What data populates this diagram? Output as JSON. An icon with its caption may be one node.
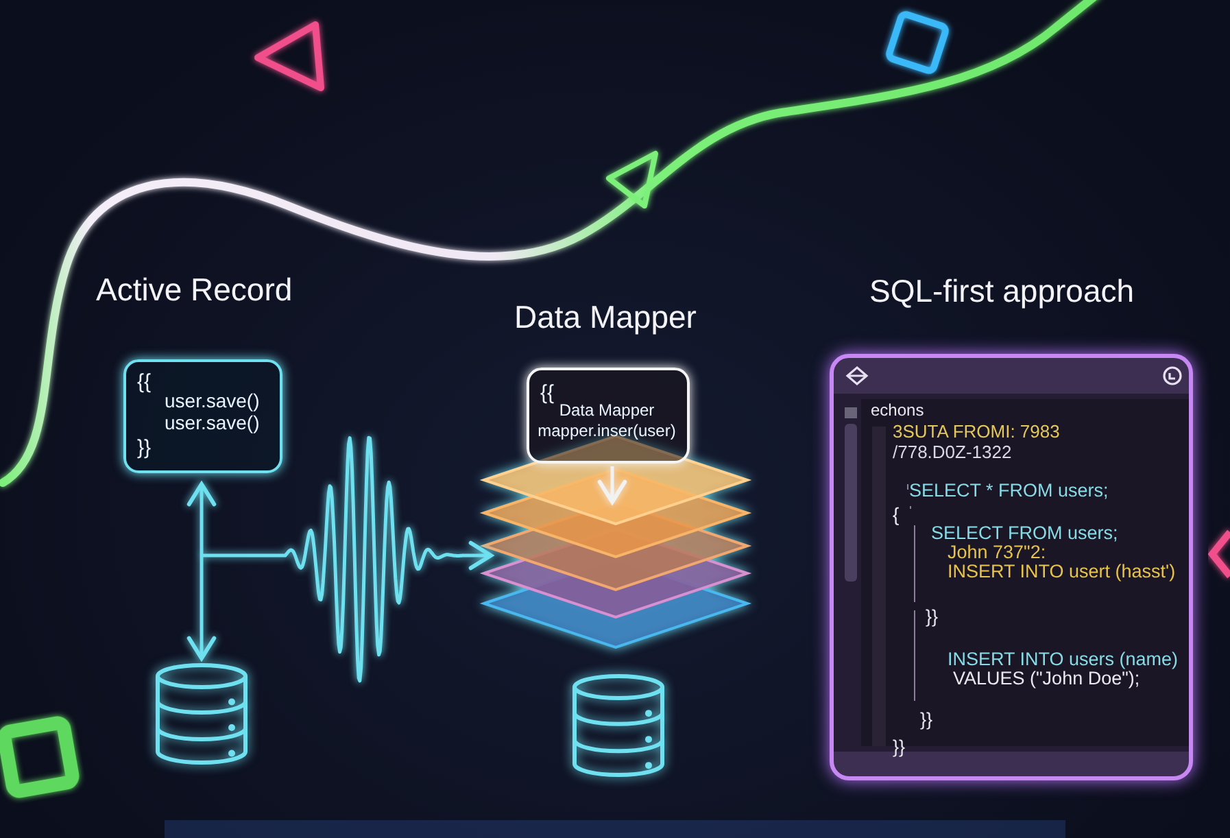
{
  "diagram": {
    "nodes": [
      {
        "text": [
          "{{",
          "user.save() user.save()",
          "}}"
        ]
      },
      {
        "text": [],
        "shape": "cylinder"
      },
      {
        "text": [
          "{{",
          "Data Mapper mapper.inser(user)"
        ]
      },
      {
        "text": [],
        "shape": "layers"
      },
      {
        "text": [],
        "shape": "cylinder"
      },
      {
        "text": [
          "echons",
          "3SUTA FROMI: 7983",
          "/778.D0Z-1322",
          "SELECT * FROM users;",
          "{",
          "SELECT FROM users;",
          "John 737\"2:",
          "INSERT INTO usert (hasst')",
          "}}",
          "INSERT INTO users (name)",
          "VALUES (\"John Doe\");",
          "}}",
          "}}"
        ]
      }
    ],
    "edges": [
      {
        "from": 1,
        "to": 0,
        "arrow": "both"
      },
      {
        "from": null,
        "to": 3,
        "arrow": "to"
      },
      {
        "from": 2,
        "to": 3,
        "arrow": "to",
        "color": "#f2f2f2"
      }
    ],
    "labels": [
      "Active Record",
      "Data Mapper",
      "SQL-first approach"
    ]
  }
}
